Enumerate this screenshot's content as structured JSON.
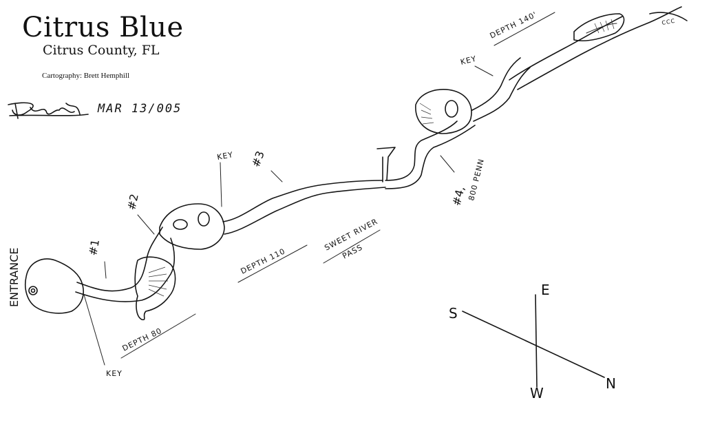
{
  "header": {
    "title": "Citrus Blue",
    "subtitle": "Citrus County, FL",
    "credit": "Cartography: Brett Hemphill",
    "signature_date": "MAR 13/005"
  },
  "labels": {
    "entrance": "ENTRANCE",
    "key_bottom": "KEY",
    "key_mid": "KEY",
    "key_top": "KEY",
    "marker1": "#1",
    "marker2": "#2",
    "marker3": "#3",
    "marker4": "#4,",
    "marker4_note": "800 PENN",
    "depth80": "DEPTH 80",
    "depth110": "DEPTH 110",
    "sweet_river_1": "SWEET RIVER",
    "sweet_river_2": "PASS",
    "depth140": "DEPTH 140'",
    "ccc": "CCC"
  },
  "compass": {
    "s": "S",
    "e": "E",
    "n": "N",
    "w": "W"
  },
  "colors": {
    "ink": "#151515",
    "paper": "#ffffff"
  }
}
